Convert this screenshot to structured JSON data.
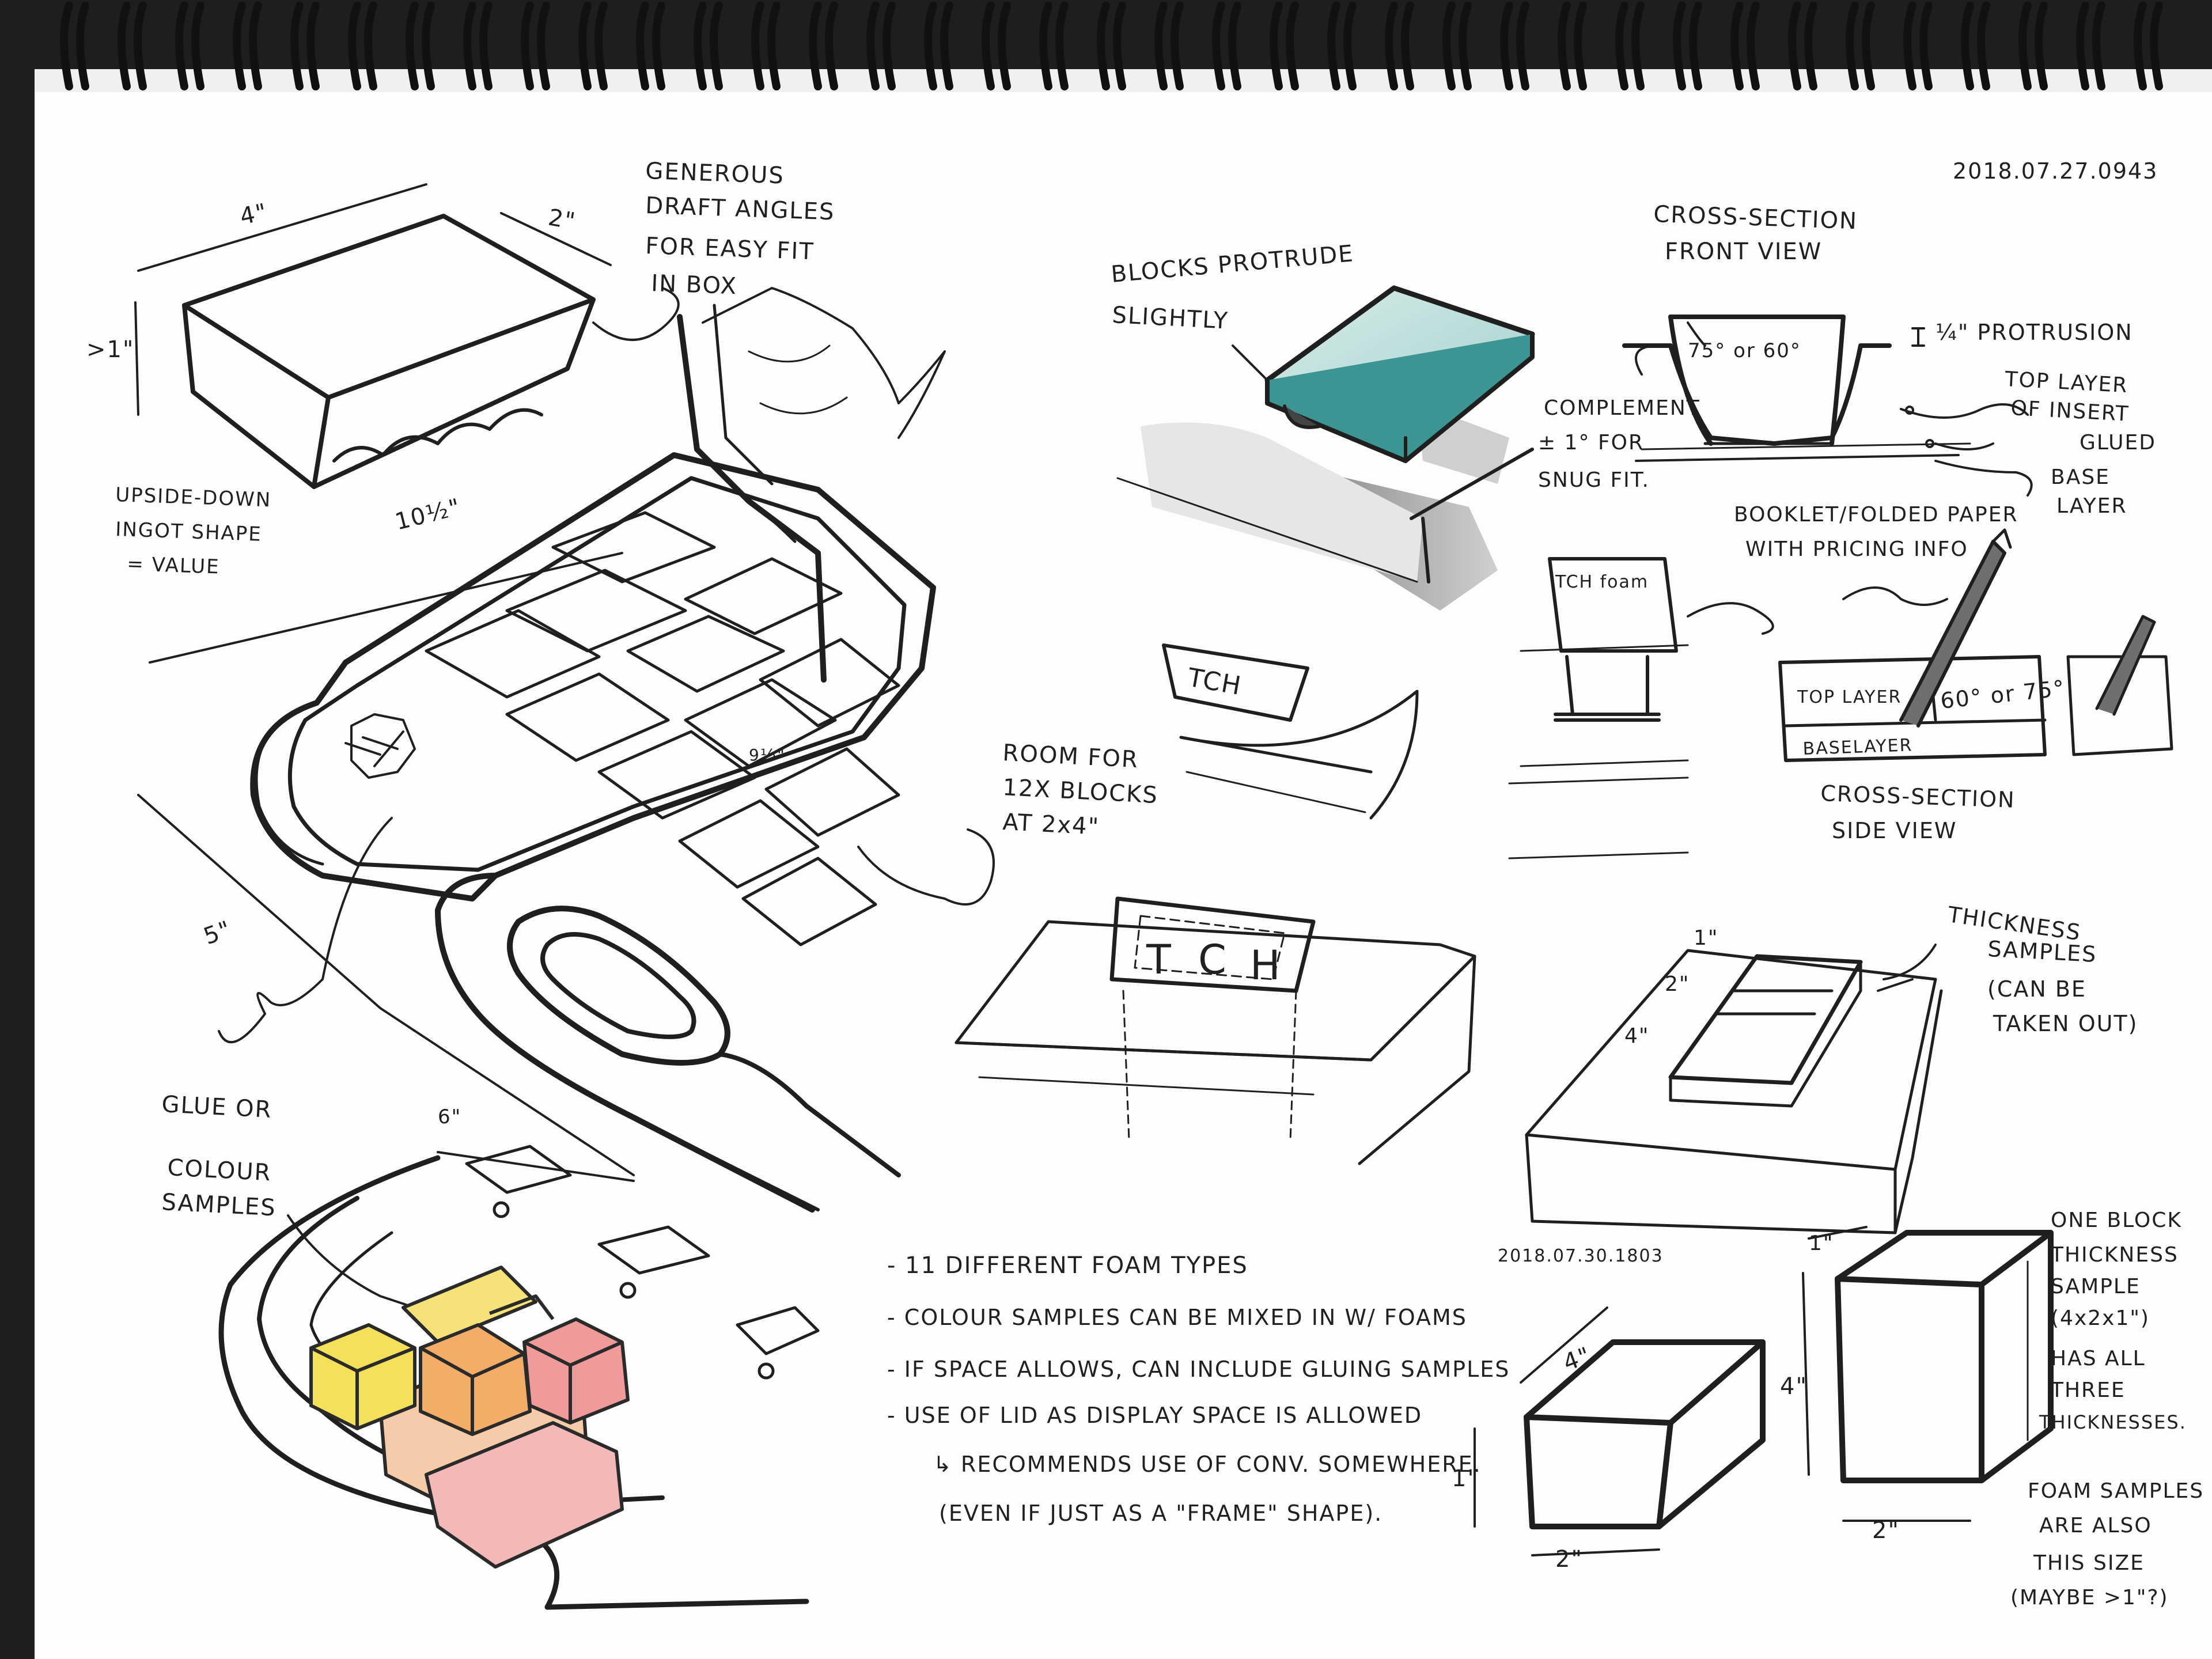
{
  "dates": {
    "top": "2018.07.27.0943",
    "mid": "2018.07.30.1803"
  },
  "box_sketch": {
    "ingot_dims": {
      "length": "4\"",
      "width": "2\"",
      "height": ">1\""
    },
    "draft_note": [
      "GENEROUS",
      "DRAFT ANGLES",
      "FOR EASY FIT",
      "IN BOX"
    ],
    "ingot_note": [
      "UPSIDE-DOWN",
      "INGOT SHAPE",
      "= VALUE"
    ],
    "case_length": "10½\"",
    "case_width": "5\"",
    "block_dim": "9½\"",
    "room_note": [
      "ROOM FOR",
      "12X BLOCKS",
      "AT 2x4\""
    ],
    "glue_note": [
      "GLUE OR",
      "COLOUR",
      "SAMPLES"
    ],
    "tray_dim": "6\""
  },
  "protrude_sketch": {
    "note": [
      "BLOCKS PROTRUDE",
      "SLIGHTLY"
    ],
    "label_text": "TCH"
  },
  "cross_section": {
    "title": [
      "CROSS-SECTION",
      "FRONT VIEW"
    ],
    "angle": "75° or 60°",
    "protrusion": "¼\" PROTRUSION",
    "complement": [
      "COMPLEMENT",
      "± 1° FOR",
      "SNUG FIT."
    ],
    "top_layer": [
      "TOP LAYER",
      "OF INSERT"
    ],
    "base_layer": [
      "GLUED",
      "BASE",
      "LAYER"
    ]
  },
  "booklet": {
    "note": [
      "BOOKLET/FOLDED PAPER",
      "WITH PRICING INFO"
    ],
    "tag": "TCH foam"
  },
  "side_view": {
    "top_layer": "TOP LAYER",
    "base_layer": "BASELAYER",
    "angle": "60° or 75°",
    "title": [
      "CROSS-SECTION",
      "SIDE VIEW"
    ]
  },
  "tch_block": {
    "letters": [
      "T",
      "C",
      "H"
    ]
  },
  "thickness": {
    "note": [
      "THICKNESS",
      "SAMPLES",
      "(CAN BE",
      "TAKEN OUT)"
    ],
    "dims": [
      "1\"",
      "2\"",
      "4\""
    ]
  },
  "notes": [
    "- 11 DIFFERENT FOAM TYPES",
    "- COLOUR SAMPLES CAN BE MIXED IN W/ FOAMS",
    "- IF SPACE ALLOWS, CAN INCLUDE GLUING SAMPLES",
    "- USE OF LID AS DISPLAY SPACE IS ALLOWED",
    "↳ RECOMMENDS USE OF CONV. SOMEWHERE.",
    "(EVEN IF JUST AS A \"FRAME\" SHAPE)."
  ],
  "flat_block": {
    "length": "4\"",
    "height": "1\"",
    "width": "2\""
  },
  "tall_block": {
    "depth": "1\"",
    "height": "4\"",
    "width": "2\""
  },
  "one_block_note": [
    "ONE BLOCK",
    "THICKNESS",
    "SAMPLE",
    "(4x2x1\")",
    "HAS ALL",
    "THREE",
    "THICKNESSES."
  ],
  "foam_note": [
    "FOAM SAMPLES",
    "ARE ALSO",
    "THIS SIZE",
    "(MAYBE >1\"?)"
  ],
  "colors": {
    "paper": "#fdfdfb",
    "ink": "#1f1f1f",
    "teal": "#2e8b8b",
    "yellow": "#f2d43a",
    "orange": "#f0a14a",
    "pink": "#ee8a88",
    "coil": "#111111"
  }
}
